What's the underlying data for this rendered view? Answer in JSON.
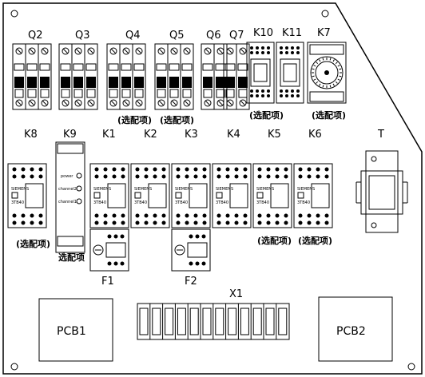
{
  "labels": {
    "Q2": "Q2",
    "Q3": "Q3",
    "Q4": "Q4",
    "Q5": "Q5",
    "Q6": "Q6",
    "Q7": "Q7",
    "K10": "K10",
    "K11": "K11",
    "K7": "K7",
    "K8": "K8",
    "K9": "K9",
    "K1": "K1",
    "K2": "K2",
    "K3": "K3",
    "K4": "K4",
    "K5": "K5",
    "K6": "K6",
    "T": "T",
    "F1": "F1",
    "F2": "F2",
    "X1": "X1",
    "PCB1": "PCB1",
    "PCB2": "PCB2"
  },
  "optional_label": "(选配项)",
  "optional_label_k9": "选配项",
  "relay_brand": "SIEMENS",
  "relay_model": "3TB40",
  "k9_indicators": [
    "power",
    "channel2",
    "channel1"
  ]
}
